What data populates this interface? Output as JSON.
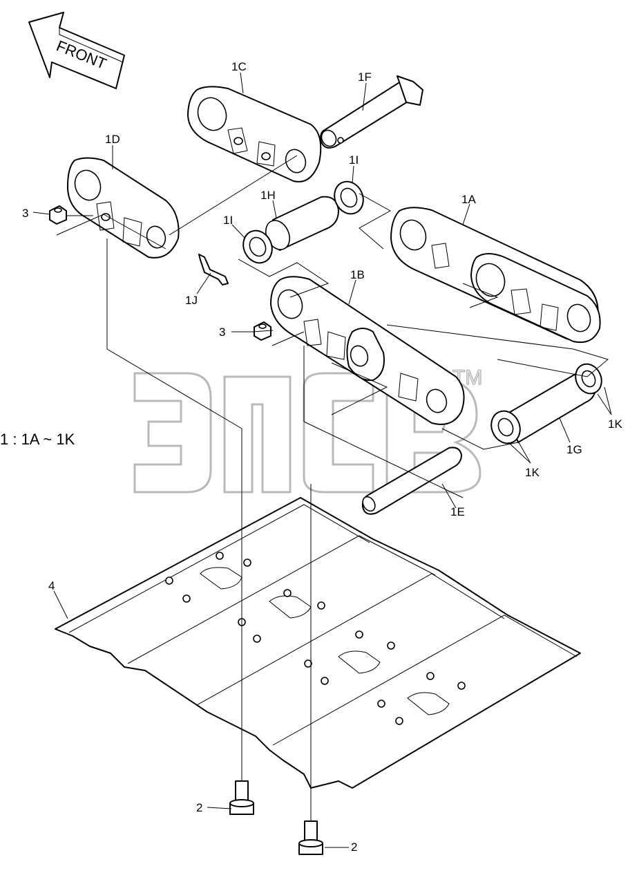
{
  "front_arrow": {
    "text": "FRONT"
  },
  "assembly_note": "1 : 1A ~ 1K",
  "watermark": {
    "text": "ЭПСВ",
    "tm": "TM",
    "color": "#b9b9b9"
  },
  "labels": {
    "l1A": "1A",
    "l1B": "1B",
    "l1C": "1C",
    "l1D": "1D",
    "l1E": "1E",
    "l1F": "1F",
    "l1G": "1G",
    "l1H": "1H",
    "l1I_a": "1I",
    "l1I_b": "1I",
    "l1J": "1J",
    "l1K_a": "1K",
    "l1K_b": "1K",
    "l2_a": "2",
    "l2_b": "2",
    "l3_a": "3",
    "l3_b": "3",
    "l4": "4"
  }
}
